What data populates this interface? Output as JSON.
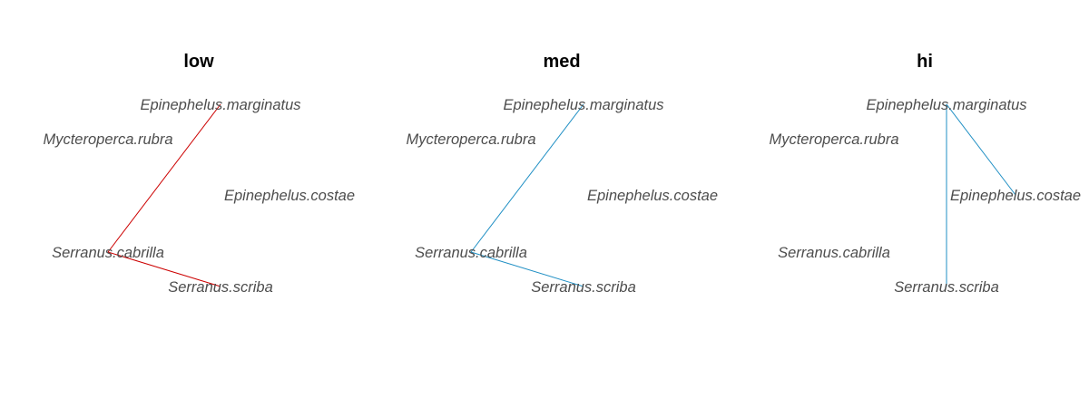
{
  "panels": [
    {
      "title": "low",
      "edge_color": "#cc0000",
      "edges": [
        [
          "Serranus.cabrilla",
          "Epinephelus.marginatus"
        ],
        [
          "Serranus.cabrilla",
          "Serranus.scriba"
        ]
      ]
    },
    {
      "title": "med",
      "edge_color": "#1f8fc4",
      "edges": [
        [
          "Serranus.cabrilla",
          "Epinephelus.marginatus"
        ],
        [
          "Serranus.cabrilla",
          "Serranus.scriba"
        ]
      ]
    },
    {
      "title": "hi",
      "edge_color": "#1f8fc4",
      "edges": [
        [
          "Epinephelus.marginatus",
          "Epinephelus.costae"
        ],
        [
          "Epinephelus.marginatus",
          "Serranus.scriba"
        ]
      ]
    }
  ],
  "nodes": [
    "Epinephelus.marginatus",
    "Mycteroperca.rubra",
    "Epinephelus.costae",
    "Serranus.cabrilla",
    "Serranus.scriba"
  ]
}
